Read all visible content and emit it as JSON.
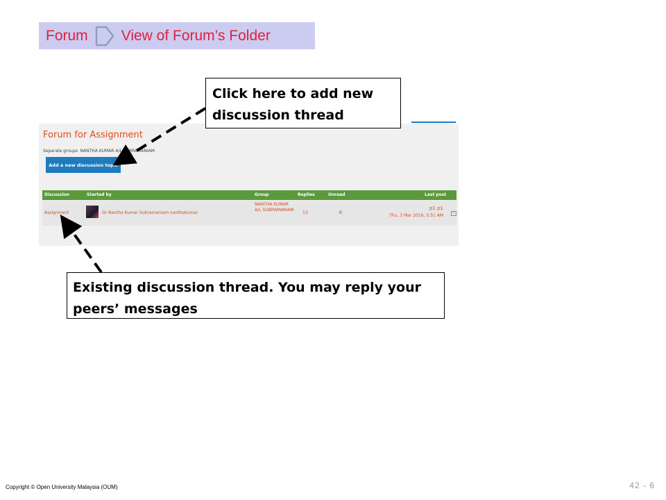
{
  "breadcrumb": {
    "first": "Forum",
    "second": "View of Forum’s Folder"
  },
  "forum": {
    "title": "Forum for Assignment",
    "separate_groups": "Separate groups: NANTHA KUMAR A/L SUBRAMANIAM",
    "add_button": "Add a new discussion topic",
    "columns": [
      "Discussion",
      "Started by",
      "Group",
      "Replies",
      "Unread",
      "Last post"
    ],
    "row": {
      "discussion": "Assignment",
      "started_by": "Dr Nantha Kumar Subramaniam nanthakumar",
      "group": "NANTHA KUMAR A/L SUBRAMANIAM",
      "replies": "13",
      "unread": "0",
      "last_post_user": "p1 p1",
      "last_post_time": "Thu, 3 Mar 2016, 5:31 AM"
    }
  },
  "callouts": {
    "add_thread": "Click here to add new discussion thread",
    "existing_thread": "Existing discussion thread. You may reply your peers’ messages"
  },
  "footer": {
    "copyright": "Copyright © Open University Malaysia (OUM)",
    "page": "42 - 6"
  },
  "colors": {
    "accent_red": "#e0203c",
    "banner_bg": "#ccccf0",
    "table_header": "#5b9a3c",
    "button_blue": "#1f7bbd",
    "link_orange": "#e0491c"
  },
  "icons": [
    "chevron-right-icon",
    "avatar",
    "collapse-icon"
  ]
}
